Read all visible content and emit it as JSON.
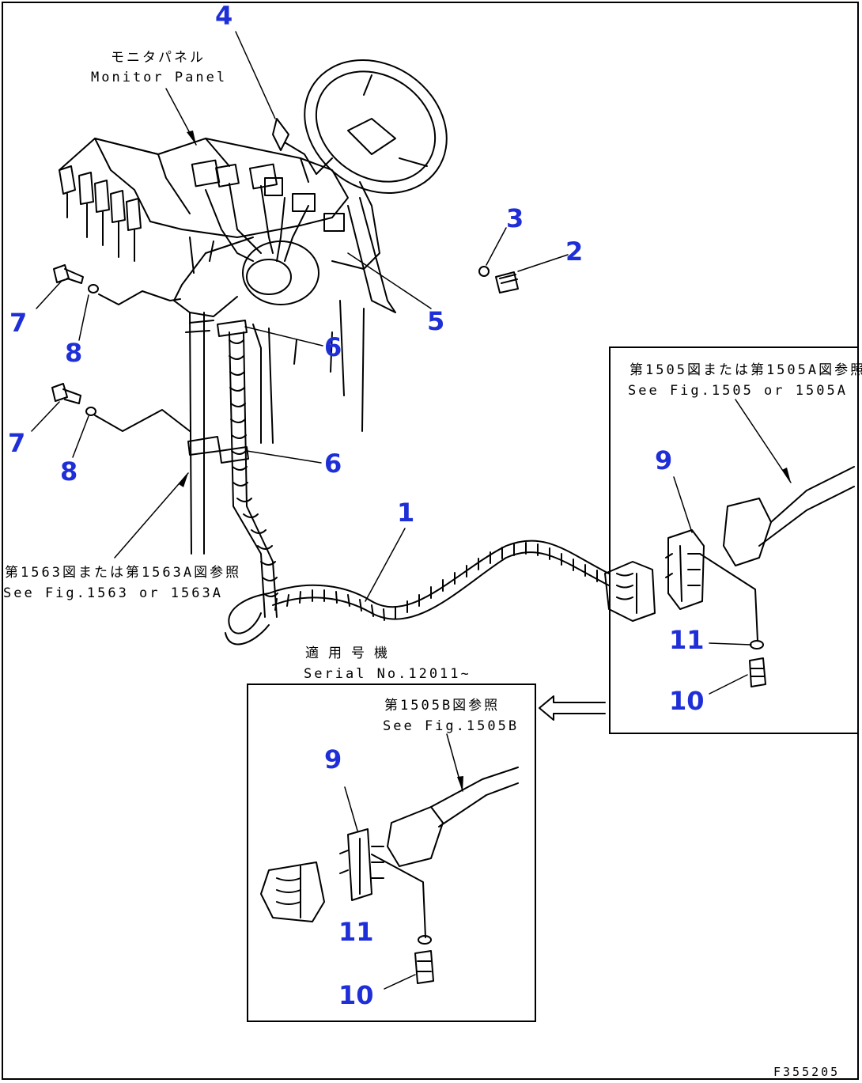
{
  "callouts": {
    "c1": "1",
    "c2": "2",
    "c3": "3",
    "c4": "4",
    "c5": "5",
    "c6a": "6",
    "c6b": "6",
    "c7a": "7",
    "c7b": "7",
    "c8a": "8",
    "c8b": "8",
    "c9a": "9",
    "c9b": "9",
    "c10a": "10",
    "c10b": "10",
    "c11a": "11",
    "c11b": "11"
  },
  "notes": {
    "monitor_jp": "モニタパネル",
    "monitor_en": "Monitor Panel",
    "ref1505_jp": "第1505図または第1505A図参照",
    "ref1505_en": "See Fig.1505 or 1505A",
    "ref1563_jp": "第1563図または第1563A図参照",
    "ref1563_en": "See Fig.1563 or 1563A",
    "serial_jp": "適用号機",
    "serial_en": "Serial No.12011~",
    "ref1505b_jp": "第1505B図参照",
    "ref1505b_en": "See Fig.1505B",
    "drawing_no": "F355205"
  },
  "colors": {
    "callout": "#1f2fd8",
    "line": "#000000"
  }
}
